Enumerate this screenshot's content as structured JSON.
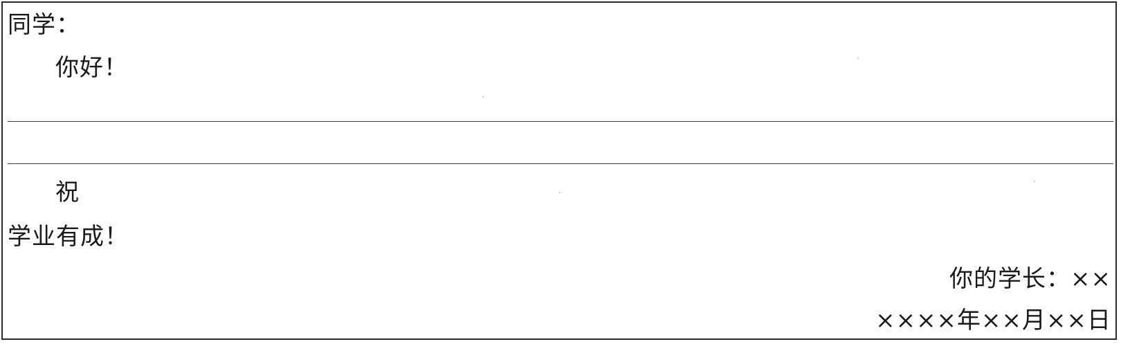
{
  "letter": {
    "salutation": "同学：",
    "greeting": "你好！",
    "wish_prefix": "祝",
    "wish_body": "学业有成！",
    "signature": "你的学长：××",
    "date": "××××年××月××日"
  }
}
